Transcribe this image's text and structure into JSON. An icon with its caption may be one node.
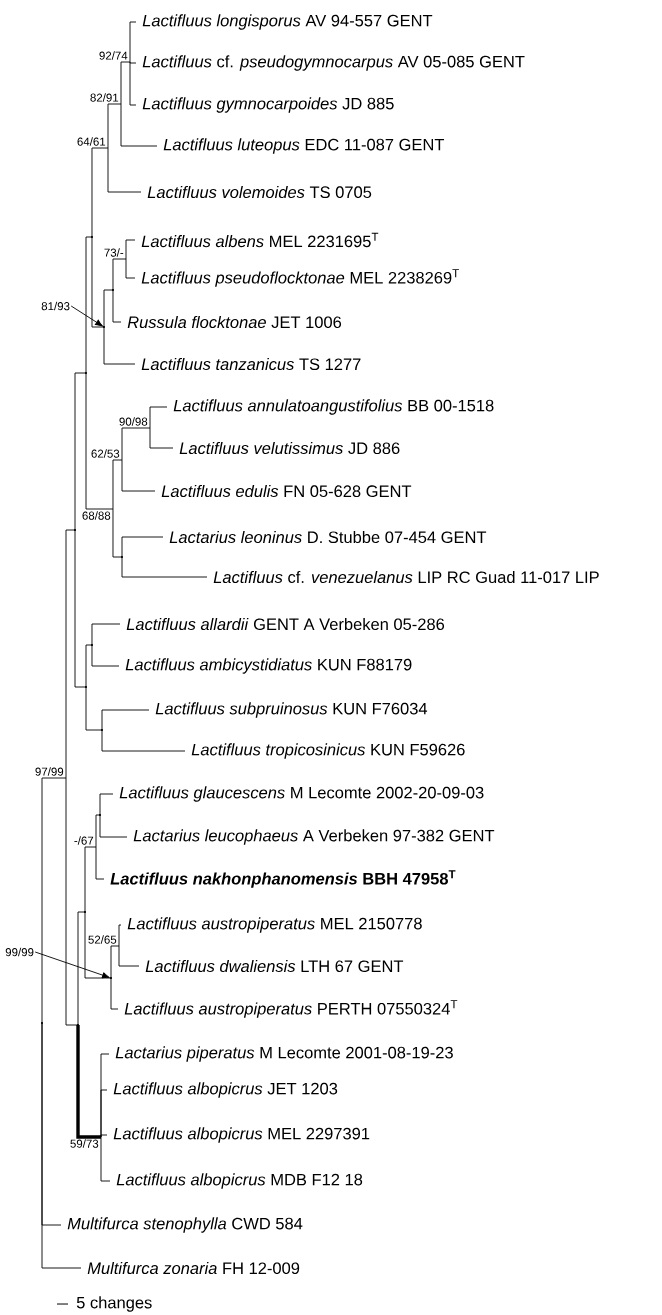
{
  "diagram": {
    "nodes": [
      {
        "text": [
          "*Lactifluus longisporus* AV 94-557 GENT"
        ]
      },
      {
        "text": [
          "*Lactifluus* cf. *pseudogymnocarpus* AV 05-085 GENT"
        ]
      },
      {
        "text": [
          "*Lactifluus gymnocarpoides* JD 885"
        ]
      },
      {
        "text": [
          "*Lactifluus luteopus* EDC 11-087 GENT"
        ]
      },
      {
        "text": [
          "*Lactifluus volemoides* TS 0705"
        ]
      },
      {
        "text": [
          "*Lactifluus albens* MEL 2231695$^{T}$"
        ]
      },
      {
        "text": [
          "*Lactifluus pseudoflocktonae* MEL 2238269$^{T}$"
        ]
      },
      {
        "text": [
          "*Russula flocktonae* JET 1006"
        ]
      },
      {
        "text": [
          "*Lactifluus tanzanicus* TS 1277"
        ]
      },
      {
        "text": [
          "*Lactifluus annulatoangustifolius* BB 00-1518"
        ]
      },
      {
        "text": [
          "*Lactifluus velutissimus* JD 886"
        ]
      },
      {
        "text": [
          "*Lactifluus edulis* FN 05-628 GENT"
        ]
      },
      {
        "text": [
          "*Lactarius leoninus* D. Stubbe 07-454 GENT"
        ]
      },
      {
        "text": [
          "*Lactifluus* cf. *venezuelanus* LIP RC Guad 11-017 LIP"
        ]
      },
      {
        "text": [
          "*Lactifluus allardii* GENT A Verbeken 05-286"
        ]
      },
      {
        "text": [
          "*Lactifluus ambicystidiatus* KUN F88179"
        ]
      },
      {
        "text": [
          "*Lactifluus subpruinosus* KUN F76034"
        ]
      },
      {
        "text": [
          "*Lactifluus tropicosinicus* KUN F59626"
        ]
      },
      {
        "text": [
          "*Lactifluus glaucescens* M Lecomte 2002-20-09-03"
        ]
      },
      {
        "text": [
          "*Lactarius leucophaeus* A Verbeken 97-382 GENT"
        ]
      },
      {
        "text": [
          "*Lactifluus nakhonphanomensis* BBH 47958$^{T}$"
        ]
      },
      {
        "text": [
          "*Lactifluus austropiperatus* MEL 2150778"
        ]
      },
      {
        "text": [
          "*Lactifluus dwaliensis* LTH 67 GENT"
        ]
      },
      {
        "text": [
          "*Lactifluus austropiperatus* PERTH 07550324$^{T}$"
        ]
      },
      {
        "text": [
          "*Lactarius piperatus* M Lecomte 2001-08-19-23"
        ]
      },
      {
        "text": [
          "*Lactifluus albopicrus* JET 1203"
        ]
      },
      {
        "text": [
          "*Lactifluus albopicrus* MEL 2297391"
        ]
      },
      {
        "text": [
          "*Lactifluus albopicrus* MDB F12 18"
        ]
      },
      {
        "text": [
          "*Multifurca stenophylla* CWD 584"
        ]
      },
      {
        "text": [
          "*Multifurca zonaria* FH 12-009"
        ]
      },
      {
        "text": [
          "92/74"
        ]
      },
      {
        "text": [
          "82/91"
        ]
      },
      {
        "text": [
          "64/61"
        ]
      },
      {
        "text": [],
        "shape": "point"
      },
      {
        "text": [
          "73/-"
        ]
      },
      {
        "text": [],
        "shape": "point"
      },
      {
        "text": [],
        "shape": "point"
      },
      {
        "text": [
          "90/98"
        ]
      },
      {
        "text": [
          "62/53"
        ]
      },
      {
        "text": [
          "68/88"
        ]
      },
      {
        "text": [],
        "shape": "point"
      },
      {
        "text": [],
        "shape": "point"
      },
      {
        "text": [],
        "shape": "point"
      },
      {
        "text": [],
        "shape": "point"
      },
      {
        "text": [],
        "shape": "point"
      },
      {
        "text": [],
        "shape": "point"
      },
      {
        "text": [
          "97/99"
        ]
      },
      {
        "text": [],
        "shape": "point"
      },
      {
        "text": [
          "-/67"
        ]
      },
      {
        "text": [],
        "shape": "point"
      },
      {
        "text": [
          "52/65"
        ]
      },
      {
        "text": [],
        "shape": "point"
      },
      {
        "text": [],
        "shape": "point"
      },
      {
        "text": [
          "59/73"
        ]
      },
      {
        "text": [],
        "shape": "point"
      },
      {
        "text": [
          "81/93"
        ]
      },
      {
        "text": [
          "99/99"
        ]
      }
    ],
    "edges": [
      {
        "from": 30,
        "to": 0,
        "arrow": "none"
      },
      {
        "from": 30,
        "to": 1,
        "arrow": "none"
      },
      {
        "from": 30,
        "to": 2,
        "arrow": "none"
      },
      {
        "from": 31,
        "to": 30,
        "arrow": "none"
      },
      {
        "from": 31,
        "to": 3,
        "arrow": "none"
      },
      {
        "from": 32,
        "to": 31,
        "arrow": "none"
      },
      {
        "from": 32,
        "to": 4,
        "arrow": "none"
      },
      {
        "from": 33,
        "to": 32,
        "arrow": "none"
      },
      {
        "from": 33,
        "to": 36,
        "arrow": "none"
      },
      {
        "from": 34,
        "to": 5,
        "arrow": "none"
      },
      {
        "from": 34,
        "to": 6,
        "arrow": "none"
      },
      {
        "from": 35,
        "to": 34,
        "arrow": "none"
      },
      {
        "from": 35,
        "to": 7,
        "arrow": "none"
      },
      {
        "from": 36,
        "to": 35,
        "arrow": "none"
      },
      {
        "from": 36,
        "to": 8,
        "arrow": "none"
      },
      {
        "from": 37,
        "to": 9,
        "arrow": "none"
      },
      {
        "from": 37,
        "to": 10,
        "arrow": "none"
      },
      {
        "from": 38,
        "to": 37,
        "arrow": "none"
      },
      {
        "from": 38,
        "to": 11,
        "arrow": "none"
      },
      {
        "from": 40,
        "to": 12,
        "arrow": "none"
      },
      {
        "from": 40,
        "to": 13,
        "arrow": "none"
      },
      {
        "from": 39,
        "to": 38,
        "arrow": "none"
      },
      {
        "from": 39,
        "to": 40,
        "arrow": "none"
      },
      {
        "from": 41,
        "to": 33,
        "arrow": "none"
      },
      {
        "from": 41,
        "to": 39,
        "arrow": "none"
      },
      {
        "from": 43,
        "to": 14,
        "arrow": "none"
      },
      {
        "from": 43,
        "to": 15,
        "arrow": "none"
      },
      {
        "from": 45,
        "to": 16,
        "arrow": "none"
      },
      {
        "from": 45,
        "to": 17,
        "arrow": "none"
      },
      {
        "from": 44,
        "to": 43,
        "arrow": "none"
      },
      {
        "from": 44,
        "to": 45,
        "arrow": "none"
      },
      {
        "from": 42,
        "to": 41,
        "arrow": "none"
      },
      {
        "from": 42,
        "to": 44,
        "arrow": "none"
      },
      {
        "from": 47,
        "to": 18,
        "arrow": "none"
      },
      {
        "from": 47,
        "to": 19,
        "arrow": "none"
      },
      {
        "from": 48,
        "to": 47,
        "arrow": "none"
      },
      {
        "from": 48,
        "to": 20,
        "arrow": "none"
      },
      {
        "from": 50,
        "to": 21,
        "arrow": "none"
      },
      {
        "from": 50,
        "to": 22,
        "arrow": "none"
      },
      {
        "from": 51,
        "to": 50,
        "arrow": "none"
      },
      {
        "from": 51,
        "to": 23,
        "arrow": "none"
      },
      {
        "from": 49,
        "to": 48,
        "arrow": "none"
      },
      {
        "from": 49,
        "to": 51,
        "arrow": "none"
      },
      {
        "from": 53,
        "to": 24,
        "arrow": "none"
      },
      {
        "from": 53,
        "to": 25,
        "arrow": "none"
      },
      {
        "from": 53,
        "to": 26,
        "arrow": "none"
      },
      {
        "from": 53,
        "to": 27,
        "arrow": "none"
      },
      {
        "from": 52,
        "to": 49,
        "arrow": "none"
      },
      {
        "from": 52,
        "to": 53,
        "arrow": "none",
        "style": "thick"
      },
      {
        "from": 46,
        "to": 42,
        "arrow": "none"
      },
      {
        "from": 46,
        "to": 52,
        "arrow": "none"
      },
      {
        "from": 54,
        "to": 46,
        "arrow": "none"
      },
      {
        "from": 54,
        "to": 28,
        "arrow": "none"
      },
      {
        "from": 54,
        "to": 29,
        "arrow": "none"
      },
      {
        "from": 55,
        "to": 36,
        "arrow": "to"
      },
      {
        "from": 56,
        "to": 51,
        "arrow": "to"
      }
    ],
    "labels": [
      "5 changes"
    ]
  }
}
